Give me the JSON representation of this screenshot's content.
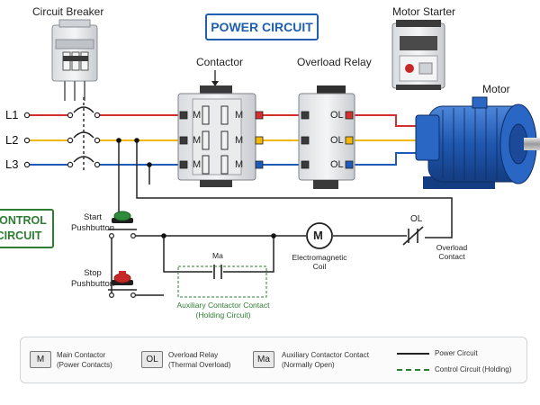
{
  "titles": {
    "power_circuit": "POWER CIRCUIT",
    "control_circuit_line1": "CONTROL",
    "control_circuit_line2": "CIRCUIT"
  },
  "components": {
    "circuit_breaker": "Circuit Breaker",
    "motor_starter": "Motor Starter",
    "contactor": "Contactor",
    "overload_relay": "Overload Relay",
    "motor": "Motor",
    "contact_letter_m": "M",
    "contact_letter_ol": "OL",
    "motor_coil_letter": "M"
  },
  "lines": [
    "L1",
    "L2",
    "L3"
  ],
  "line_colors": {
    "L1": "#d32f2f",
    "L2": "#f2b807",
    "L3": "#1e5bb8"
  },
  "control": {
    "start_line1": "Start",
    "start_line2": "Pushbutton",
    "stop_line1": "Stop",
    "stop_line2": "Pushbutton",
    "coil_line1": "Electromagnetic",
    "coil_line2": "Coil",
    "ol_contact_tag": "OL",
    "ol_contact_line1": "Overload",
    "ol_contact_line2": "Contact",
    "aux_tag": "Ma",
    "aux_line1": "Auxiliary Contactor Contact",
    "aux_line2": "(Holding Circuit)"
  },
  "legend": {
    "items": [
      {
        "code": "M",
        "line1": "Main Contactor",
        "line2": "(Power Contacts)"
      },
      {
        "code": "OL",
        "line1": "Overload Relay",
        "line2": "(Thermal Overload)"
      },
      {
        "code": "Ma",
        "line1": "Auxiliary Contactor Contact",
        "line2": "(Normally Open)"
      }
    ],
    "power_circuit": "Power Circuit",
    "control_circuit": "Control Circuit (Holding)"
  },
  "colors": {
    "power_title": "#1f5fae",
    "control_title": "#2e7d32",
    "motor_blue": "#1f57b0",
    "start_button": "#2e8b3c",
    "stop_button": "#c62828"
  }
}
